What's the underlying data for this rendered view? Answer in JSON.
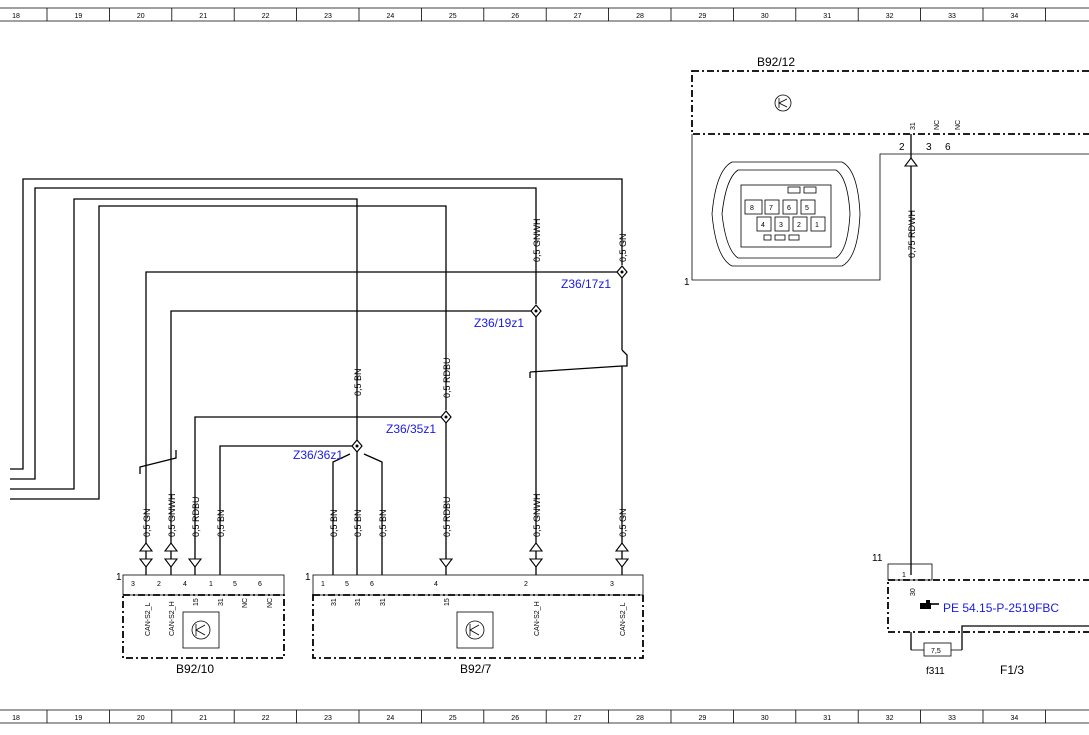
{
  "ruler": {
    "top": [
      "18",
      "19",
      "20",
      "21",
      "22",
      "23",
      "24",
      "25",
      "26",
      "27",
      "28",
      "29",
      "30",
      "31",
      "32",
      "33",
      "34"
    ],
    "bottom": [
      "18",
      "19",
      "20",
      "21",
      "22",
      "23",
      "24",
      "25",
      "26",
      "27",
      "28",
      "29",
      "30",
      "31",
      "32",
      "33",
      "34"
    ]
  },
  "components": {
    "b92_12": {
      "label": "B92/12",
      "ref": "1",
      "connector_pins": [
        "8",
        "7",
        "6",
        "5",
        "4",
        "3",
        "2",
        "1"
      ],
      "pin_numbers": [
        "2",
        "3",
        "6"
      ],
      "pin_names": [
        "31",
        "NC",
        "NC"
      ]
    },
    "b92_10": {
      "label": "B92/10",
      "ref": "1",
      "pin_numbers": [
        "3",
        "2",
        "4",
        "1",
        "5",
        "6"
      ],
      "pin_names": [
        "CAN-S2_L",
        "CAN-S2_H",
        "15",
        "31",
        "NC",
        "NC"
      ]
    },
    "b92_7": {
      "label": "B92/7",
      "ref": "1",
      "pin_numbers": [
        "1",
        "5",
        "6",
        "4",
        "2",
        "3"
      ],
      "pin_names": [
        "31",
        "31",
        "31",
        "15",
        "CAN-S2_H",
        "CAN-S2_L"
      ]
    },
    "f1_3": {
      "label": "F1/3",
      "ref": "11",
      "fuse": "f311",
      "fuse_value": "7,5",
      "pin_number": "1",
      "pin_name": "30",
      "link": "PE 54.15-P-2519FBC"
    }
  },
  "splices": [
    "Z36/17z1",
    "Z36/19z1",
    "Z36/35z1",
    "Z36/36z1"
  ],
  "wires": {
    "gnwh_top": "0,5 GNWH",
    "gn_top": "0,5 GN",
    "bn_top": "0,5 BN",
    "rdbu_top": "0,5 RDBU",
    "rdwh": "0,75 RDWH",
    "b10_gn": "0,5 GN",
    "b10_gnwh": "0,5 GNWH",
    "b10_rdbu": "0,5 RDBU",
    "b10_bn": "0,5 BN",
    "b7_bn1": "0,5 BN",
    "b7_bn2": "0,5 BN",
    "b7_bn3": "0,5 BN",
    "b7_rdbu": "0,5 RDBU",
    "b7_gnwh": "0,5 GNWH",
    "b7_gn": "0,5 GN"
  },
  "colors": {
    "line": "#000000",
    "link": "#1a1ae6"
  }
}
